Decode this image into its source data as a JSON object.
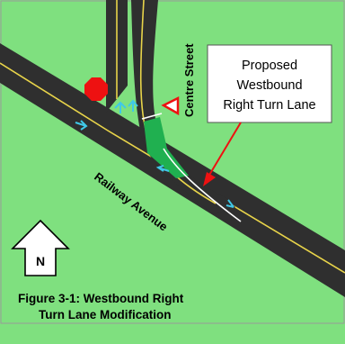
{
  "map": {
    "streets": {
      "centre": "Centre Street",
      "railway": "Railway Avenue"
    },
    "callout": {
      "line1": "Proposed",
      "line2": "Westbound",
      "line3": "Right Turn Lane"
    },
    "north_arrow": {
      "label": "N"
    },
    "caption": {
      "line1": "Figure 3-1: Westbound Right",
      "line2": "Turn Lane Modification"
    },
    "colors": {
      "grass": "#7fe07f",
      "road": "#2f2f2f",
      "centerline": "#e8d44a",
      "lane_line": "#ffffff",
      "turn_lane_fill": "#20b050",
      "stop_sign": "#ee1111",
      "yield_sign": "#ee1111",
      "callout_arrow": "#ee1111",
      "lane_arrow": "#40c8e8"
    },
    "icons": {
      "stop": "stop-sign-icon",
      "yield": "yield-sign-icon",
      "north": "north-arrow-icon",
      "lane_arrows": "lane-arrow-icon"
    }
  }
}
